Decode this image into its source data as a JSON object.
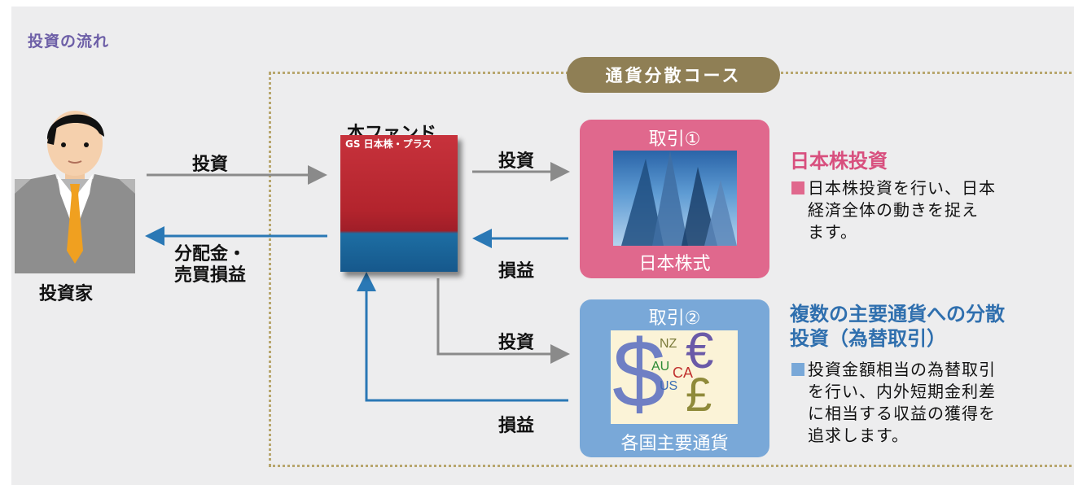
{
  "page_title": "投資の流れ",
  "course_label": "通貨分散コース",
  "investor": {
    "label": "投資家"
  },
  "flows": {
    "invest_to_fund": "投資",
    "return_to_investor": "分配金・\n売買損益",
    "invest_to_trade1": "投資",
    "return_from_trade1": "損益",
    "invest_to_trade2": "投資",
    "return_from_trade2": "損益"
  },
  "fund": {
    "title": "本ファンド",
    "book_label": "GS 日本株・プラス"
  },
  "trade1": {
    "box_title": "取引①",
    "box_caption": "日本株式",
    "heading": "日本株投資",
    "description": "日本株投資を行い、日本\n経済全体の動きを捉え\nます。"
  },
  "trade2": {
    "box_title": "取引②",
    "box_caption": "各国主要通貨",
    "heading": "複数の主要通貨への分散\n投資（為替取引）",
    "description": "投資金額相当の為替取引\nを行い、内外短期金利差\nに相当する収益の獲得を\n追求します。",
    "currency_symbols": {
      "dollar": "$",
      "euro": "€",
      "pound": "£",
      "nz": "NZ",
      "au": "AU",
      "ca": "CA",
      "us": "US"
    }
  },
  "colors": {
    "accent_purple": "#6d5fa7",
    "pill_gold": "#8f7f55",
    "pink": "#e0688d",
    "blue_box": "#79a8d8",
    "arrow_gray": "#8a8a8a",
    "arrow_blue": "#2a78b5"
  }
}
